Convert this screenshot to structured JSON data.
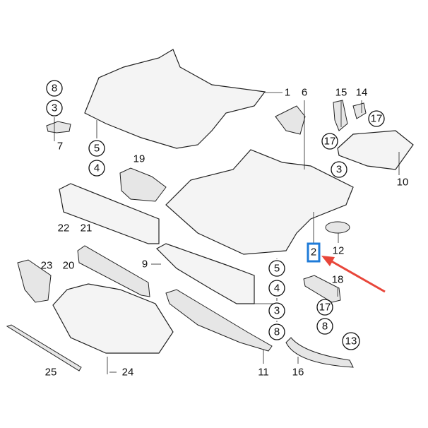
{
  "callouts": {
    "c1": "1",
    "c2": "2",
    "c3a": "3",
    "c3b": "3",
    "c3c": "3",
    "c4a": "4",
    "c4b": "4",
    "c5a": "5",
    "c5b": "5",
    "c6": "6",
    "c7": "7",
    "c8a": "8",
    "c8b": "8",
    "c8c": "8",
    "c9": "9",
    "c10": "10",
    "c11": "11",
    "c12": "12",
    "c13": "13",
    "c14": "14",
    "c15": "15",
    "c16": "16",
    "c17a": "17",
    "c17b": "17",
    "c17c": "17",
    "c18": "18",
    "c19": "19",
    "c20": "20",
    "c21": "21",
    "c22": "22",
    "c23": "23",
    "c24": "24",
    "c25": "25"
  },
  "colors": {
    "highlight": "#1f7bd8",
    "arrow": "#e8463a"
  }
}
